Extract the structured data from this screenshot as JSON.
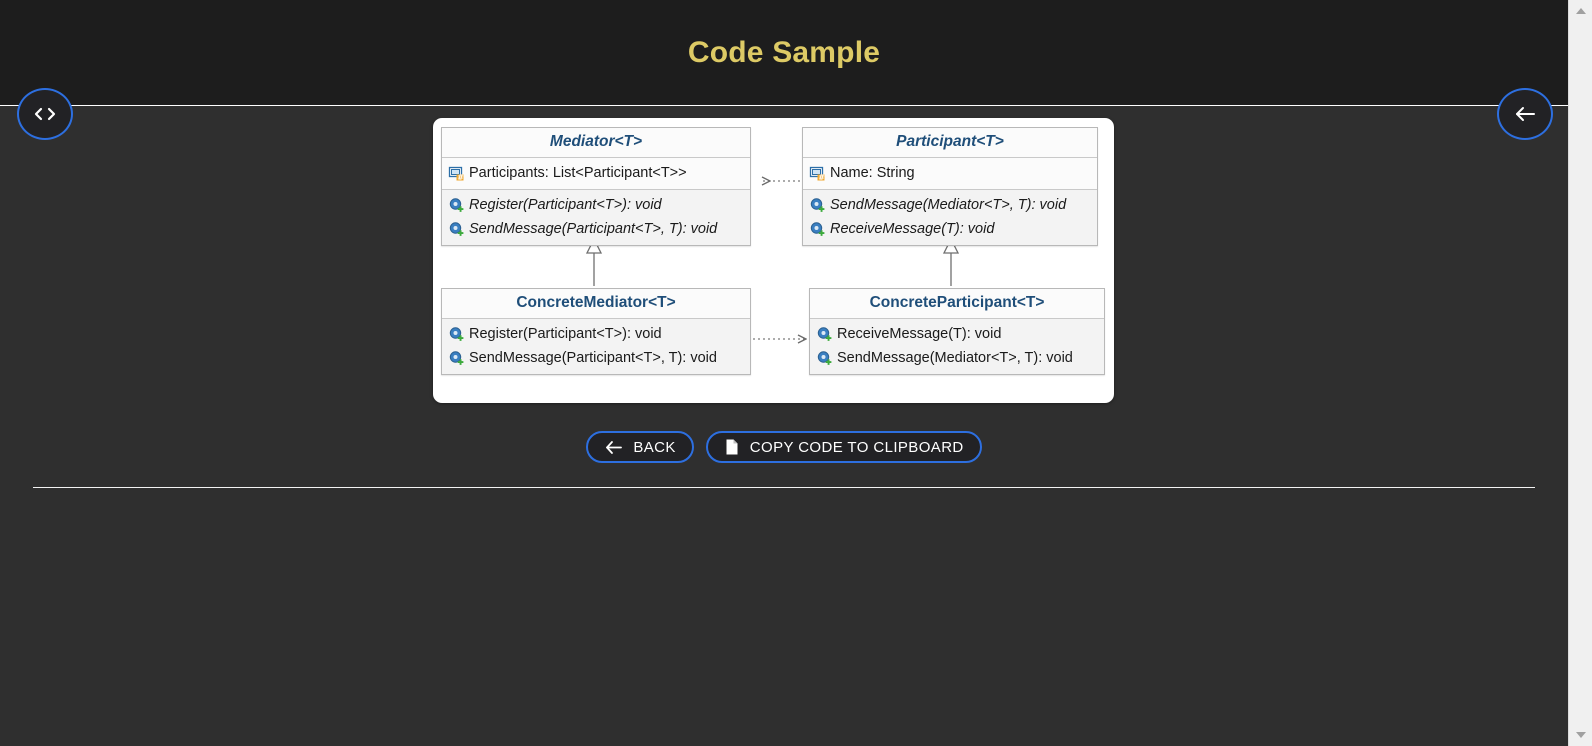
{
  "header": {
    "title": "Code Sample"
  },
  "fab": {
    "code_icon": "code-brackets-icon",
    "back_icon": "arrow-left-icon"
  },
  "diagram": {
    "type": "uml-class-diagram",
    "pattern": "Mediator",
    "classes": [
      {
        "id": "mediator",
        "name": "Mediator<T>",
        "abstract": true,
        "fields": [
          {
            "icon": "field-icon",
            "text": "Participants: List<Participant<T>>"
          }
        ],
        "methods": [
          {
            "icon": "method-icon",
            "text": "Register(Participant<T>): void",
            "abstract": true
          },
          {
            "icon": "method-icon",
            "text": "SendMessage(Participant<T>, T): void",
            "abstract": true
          }
        ]
      },
      {
        "id": "participant",
        "name": "Participant<T>",
        "abstract": true,
        "fields": [
          {
            "icon": "field-icon",
            "text": "Name: String"
          }
        ],
        "methods": [
          {
            "icon": "method-icon",
            "text": "SendMessage(Mediator<T>, T): void",
            "abstract": true
          },
          {
            "icon": "method-icon",
            "text": "ReceiveMessage(T): void",
            "abstract": true
          }
        ]
      },
      {
        "id": "concretemediator",
        "name": "ConcreteMediator<T>",
        "abstract": false,
        "fields": [],
        "methods": [
          {
            "icon": "method-icon",
            "text": "Register(Participant<T>): void",
            "abstract": false
          },
          {
            "icon": "method-icon",
            "text": "SendMessage(Participant<T>, T): void",
            "abstract": false
          }
        ]
      },
      {
        "id": "concreteparticipant",
        "name": "ConcreteParticipant<T>",
        "abstract": false,
        "fields": [],
        "methods": [
          {
            "icon": "method-icon",
            "text": "ReceiveMessage(T): void",
            "abstract": false
          },
          {
            "icon": "method-icon",
            "text": "SendMessage(Mediator<T>, T): void",
            "abstract": false
          }
        ]
      }
    ],
    "relations": [
      {
        "from": "participant",
        "to": "mediator",
        "type": "dependency",
        "style": "dotted",
        "arrow": "open"
      },
      {
        "from": "concretemediator",
        "to": "mediator",
        "type": "generalization",
        "style": "solid",
        "arrow": "hollow-triangle"
      },
      {
        "from": "concreteparticipant",
        "to": "participant",
        "type": "generalization",
        "style": "solid",
        "arrow": "hollow-triangle"
      },
      {
        "from": "concretemediator",
        "to": "concreteparticipant",
        "type": "dependency",
        "style": "dotted",
        "arrow": "open"
      }
    ]
  },
  "actions": {
    "back_label": "BACK",
    "back_icon": "arrow-left-icon",
    "copy_label": "COPY CODE TO CLIPBOARD",
    "copy_icon": "file-copy-icon"
  },
  "colors": {
    "header_bg": "#1d1d1d",
    "body_bg": "#2f2f2f",
    "title_gold": "#ddca65",
    "accent_blue": "#2d6fe0",
    "uml_title_blue": "#1f4e79",
    "card_white": "#ffffff"
  },
  "scrollbar": {
    "up_icon": "chevron-up-icon",
    "down_icon": "chevron-down-icon"
  }
}
